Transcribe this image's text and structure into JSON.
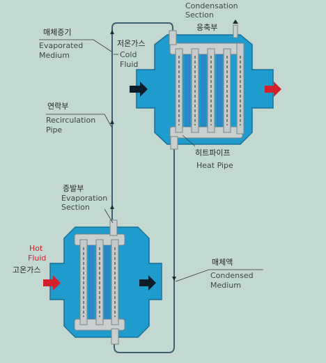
{
  "labels": {
    "condensation": {
      "line1": "Condensation",
      "line2": "Section",
      "ko": "응축부"
    },
    "evaporated": {
      "ko": "매체증기",
      "en1": "Evaporated",
      "en2": "Medium"
    },
    "cold": {
      "ko": "저온가스",
      "en1": "Cold",
      "en2": "Fluid"
    },
    "recirc": {
      "ko": "연락부",
      "en1": "Recirculation",
      "en2": "Pipe"
    },
    "heatpipe": {
      "ko": "히트파이프",
      "en": "Heat Pipe"
    },
    "evapsec": {
      "ko": "증발부",
      "en1": "Evaporation",
      "en2": "Section"
    },
    "hot": {
      "en1": "Hot",
      "en2": "Fluid",
      "ko": "고온가스"
    },
    "condensed": {
      "ko": "매체액",
      "en1": "Condensed",
      "en2": "Medium"
    }
  },
  "colors": {
    "background": "#c3d8d0",
    "housing": "#1f9ccd",
    "housing_edge": "#1a6f94",
    "header": "#c9d0cf",
    "tube": "#c4cbca",
    "tube_inner": "#2a86c4",
    "pipe": "#3d5f6e",
    "cold_arrow": "#0c1c28",
    "hot_arrow": "#d4202a"
  }
}
